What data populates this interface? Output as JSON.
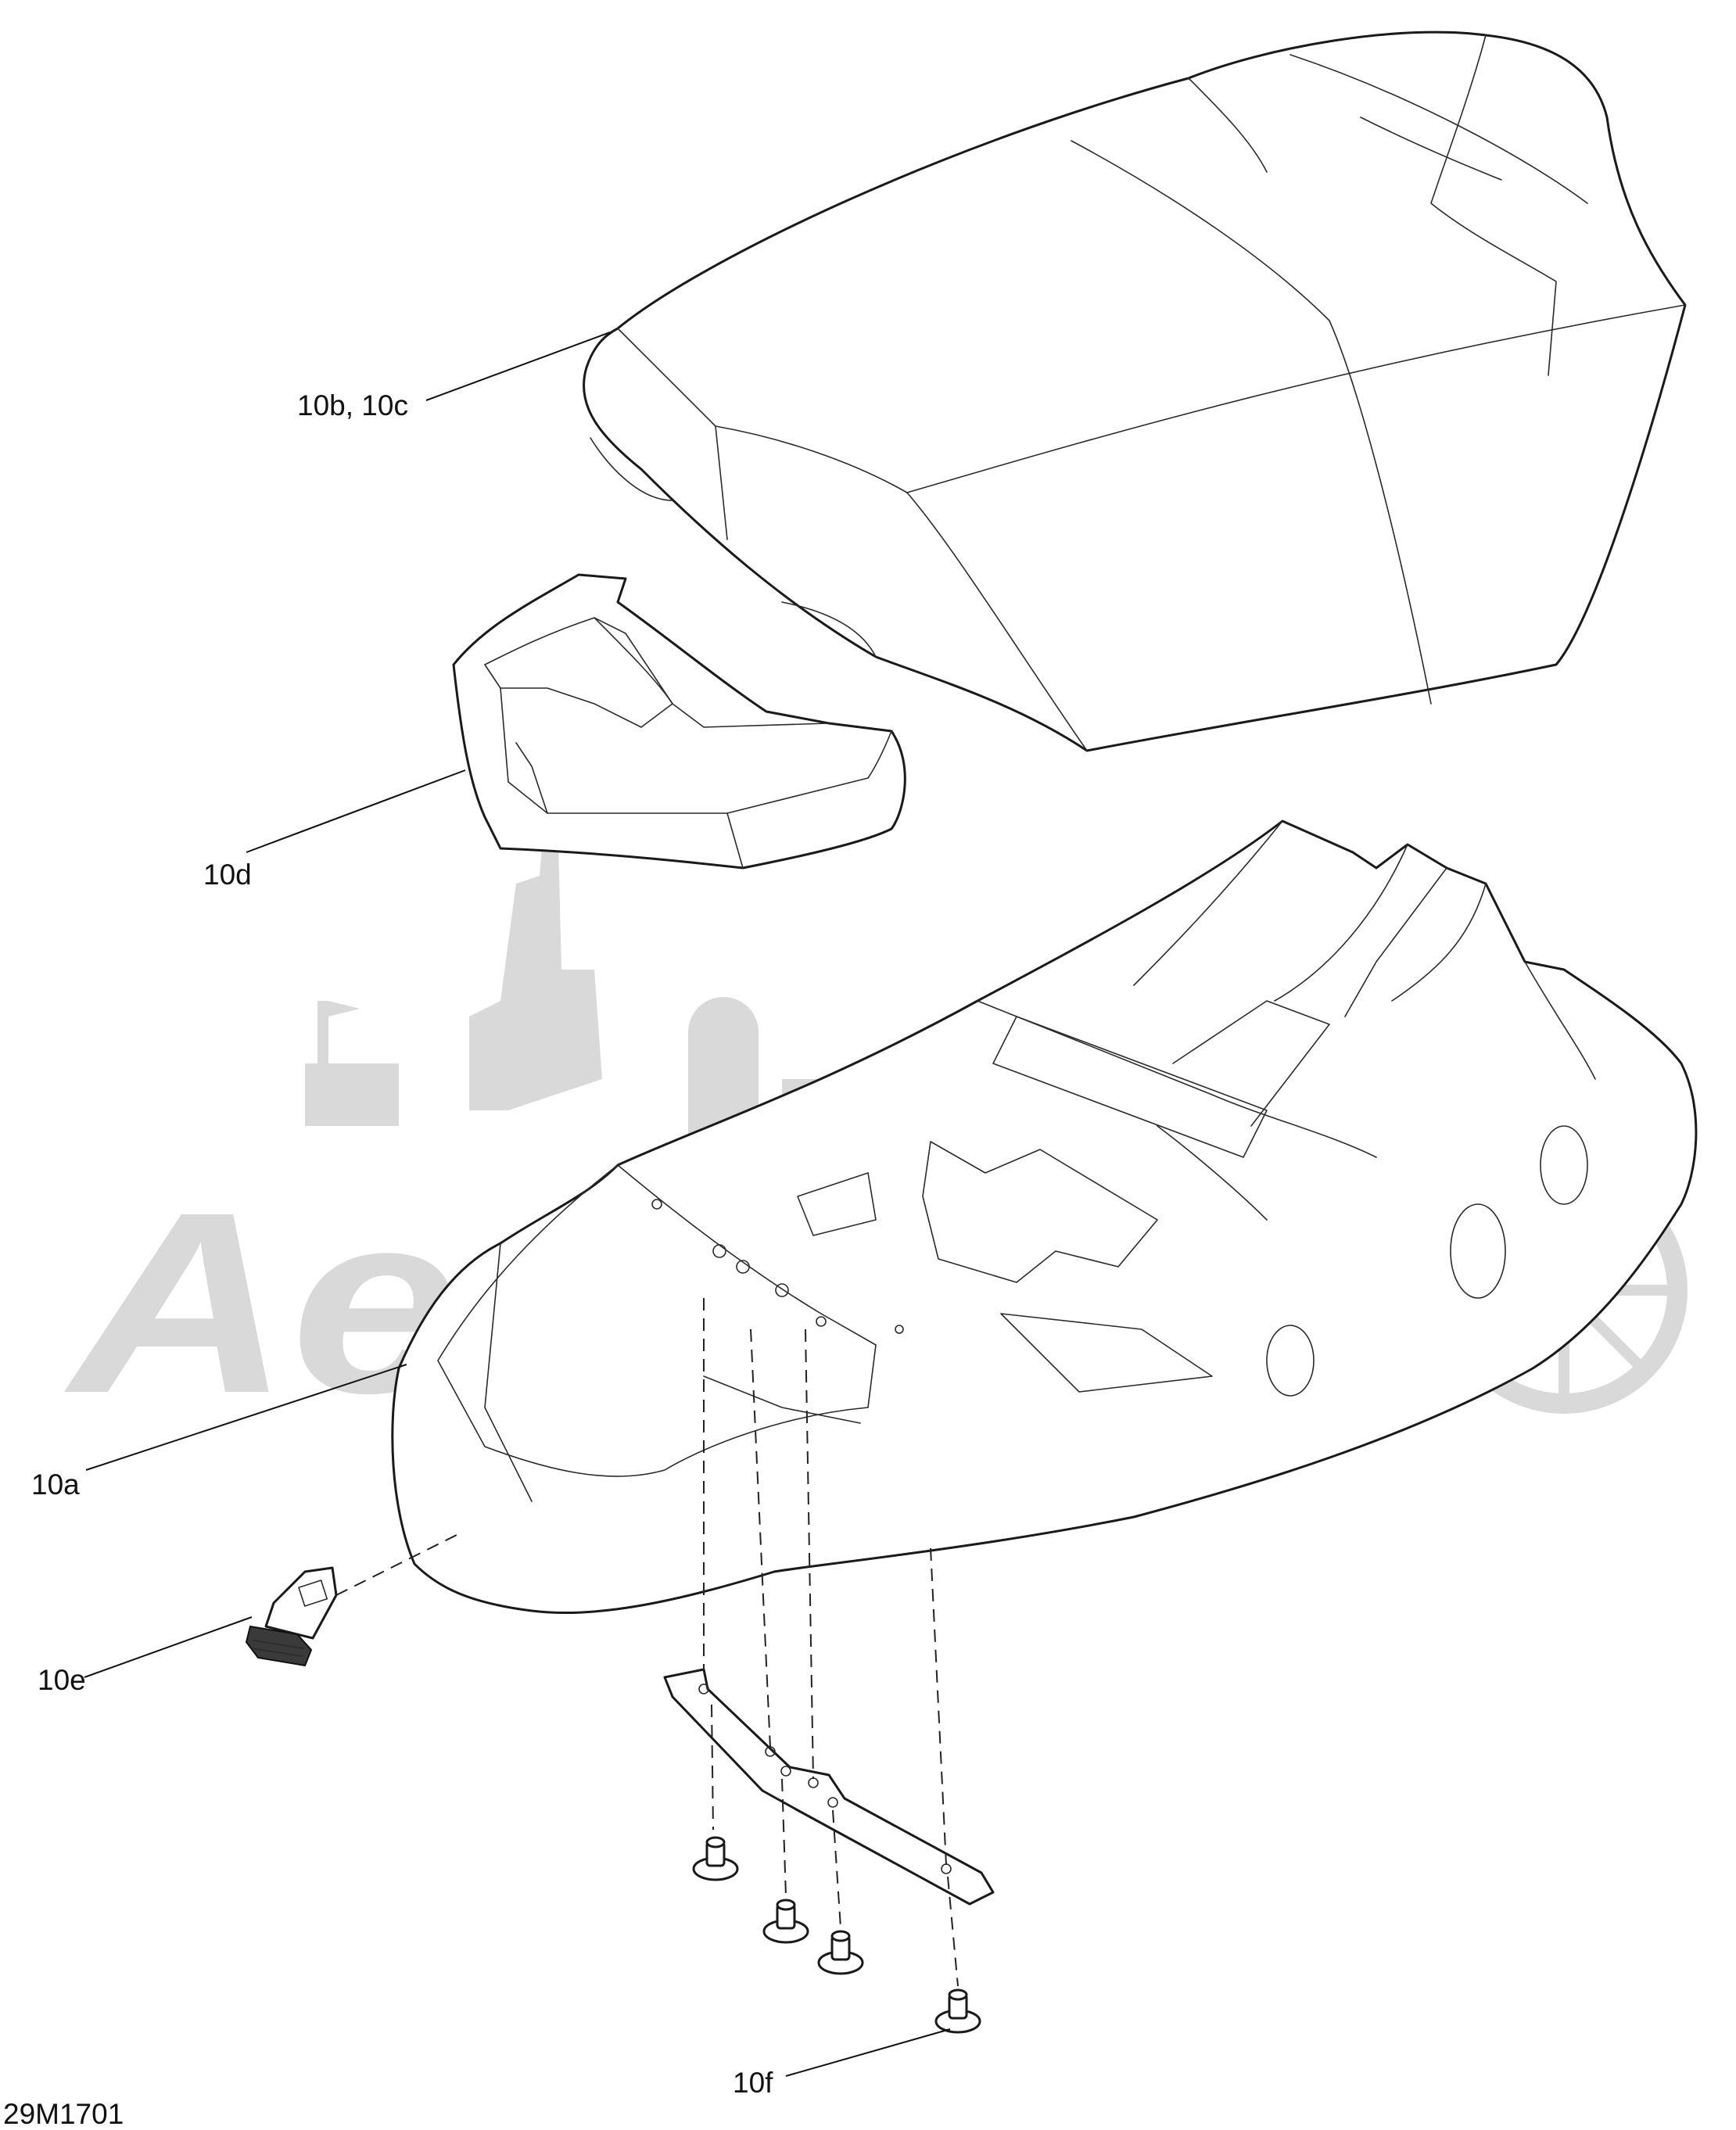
{
  "callouts": {
    "seat_cover": "10b, 10c",
    "storage_tray": "10d",
    "seat_base": "10a",
    "latch": "10e",
    "fasteners": "10f"
  },
  "drawing_number": "29M1701",
  "watermark": {
    "text": "AeroMoto",
    "color": "#d9d9d9"
  }
}
